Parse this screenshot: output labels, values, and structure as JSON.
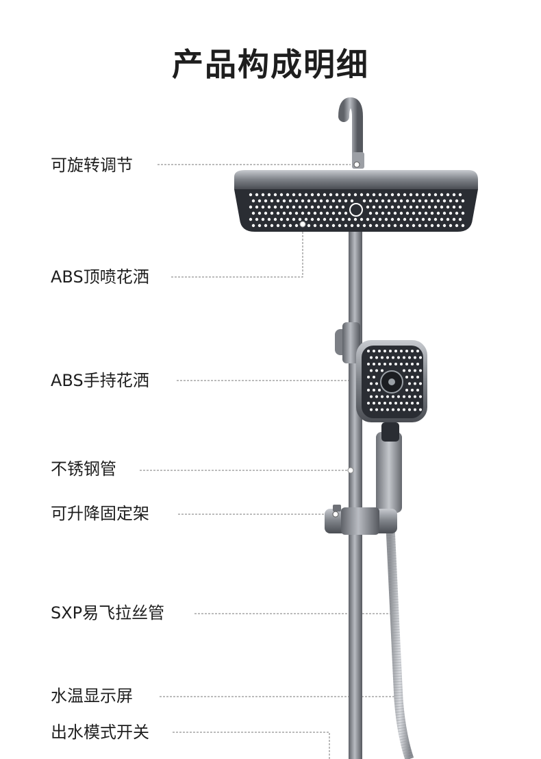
{
  "title": "产品构成明细",
  "labels": [
    "可旋转调节",
    "ABS顶喷花洒",
    "ABS手持花洒",
    "不锈钢管",
    "可升降固定架",
    "SXP易飞拉丝管",
    "水温显示屏",
    "出水模式开关"
  ],
  "colors": {
    "metal": "#8a8d93",
    "face": "#2a2d33",
    "nozzle": "#ffffff",
    "text": "#1e1e1e",
    "leader": "#777777"
  }
}
